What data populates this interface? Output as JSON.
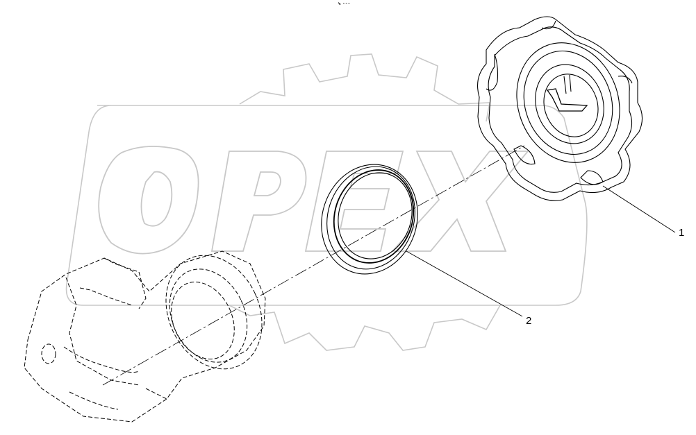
{
  "diagram": {
    "corner_mark": "⬊ ∘∘∘",
    "callouts": [
      {
        "id": "1",
        "label": "1",
        "part": "filler-cap"
      },
      {
        "id": "2",
        "label": "2",
        "part": "o-ring-seal"
      }
    ],
    "watermark": {
      "text": "OPEX",
      "style": "gear-outline"
    },
    "colors": {
      "line": "#000000",
      "watermark": "#c8c8c8",
      "background": "#ffffff"
    }
  }
}
